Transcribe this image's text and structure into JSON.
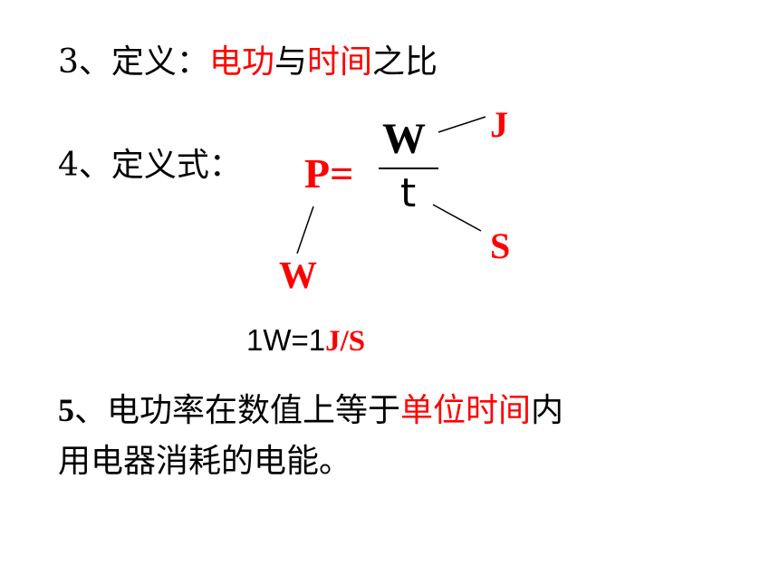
{
  "line3": {
    "number": "3",
    "sep": "、",
    "label": "定义：",
    "term1": "电功",
    "conj": "与",
    "term2": "时间",
    "tail": "之比"
  },
  "line4": {
    "number": "4",
    "sep": "、",
    "label": "定义式："
  },
  "formula": {
    "lhs": "P=",
    "numerator": "W",
    "denominator": "t",
    "unit_numerator": "J",
    "unit_denominator": "S",
    "unit_power": "W"
  },
  "conversion": {
    "prefix": "1W=1",
    "unit": "J/S"
  },
  "line5": {
    "number": "5",
    "sep": "、",
    "text_before": "电功率在数值上等于",
    "highlight": "单位时间",
    "text_after_line1": "内",
    "line2": "用电器消耗的电能。"
  },
  "colors": {
    "highlight": "#ff0000",
    "text": "#000000",
    "background": "#ffffff"
  }
}
